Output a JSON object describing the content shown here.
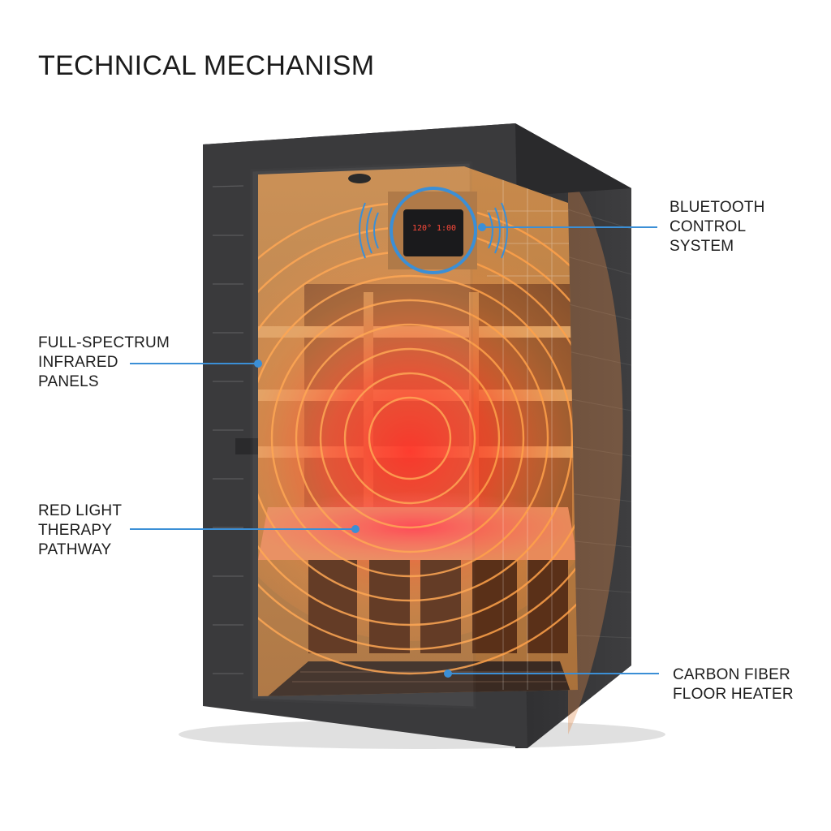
{
  "title": "TECHNICAL MECHANISM",
  "callouts": {
    "bluetooth": [
      "BLUETOOTH",
      "CONTROL",
      "SYSTEM"
    ],
    "infrared": [
      "FULL-SPECTRUM",
      "INFRARED",
      "PANELS"
    ],
    "red_light": [
      "RED LIGHT",
      "THERAPY",
      "PATHWAY"
    ],
    "floor_heater": [
      "CARBON FIBER",
      "FLOOR HEATER"
    ]
  },
  "control_panel": {
    "temperature": "120°",
    "timer": "1:00"
  },
  "colors": {
    "frame": "#3a3a3c",
    "wood": "#d39a5a",
    "glow": "#ff3a2a",
    "ring": "#ff9b3a",
    "leader": "#3b8fd6"
  }
}
